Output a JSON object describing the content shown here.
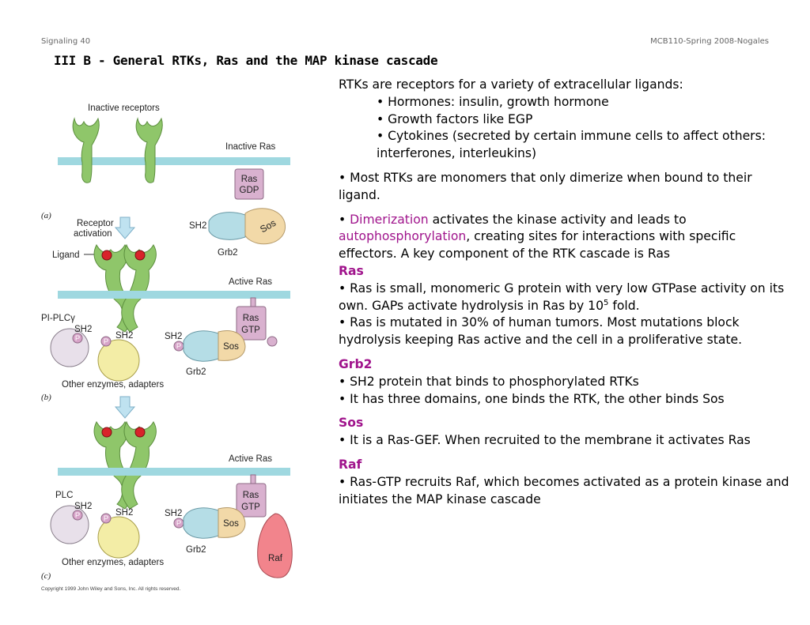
{
  "header": {
    "left": "Signaling 40",
    "right": "MCB110-Spring 2008-Nogales"
  },
  "title": "III B - General RTKs, Ras and the MAP kinase cascade",
  "figure": {
    "a_top_label": "Inactive receptors",
    "a_ras_label": "Inactive Ras",
    "ras": "Ras",
    "gdp": "GDP",
    "gtp": "GTP",
    "panel_a": "(a)",
    "panel_b": "(b)",
    "panel_c": "(c)",
    "receptor_activation": [
      "Receptor",
      "activation"
    ],
    "sh2": "SH2",
    "sos": "Sos",
    "grb2": "Grb2",
    "ligand": "Ligand",
    "active_ras": "Active Ras",
    "pi_plcy": "PI-PLCγ",
    "plc": "PLC",
    "p": "P",
    "other_enzymes": "Other enzymes, adapters",
    "raf": "Raf",
    "copyright": "Copyright 1999 John Wiley and Sons, Inc. All rights reserved."
  },
  "text": {
    "intro": "RTKs are receptors for a variety of extracellular ligands:",
    "bullets": [
      "• Hormones: insulin, growth hormone",
      "• Growth factors like EGP",
      "• Cytokines (secreted by certain immune cells to affect others: interferones, interleukins)"
    ],
    "monomers": "• Most RTKs are monomers that only dimerize when bound to their ligand.",
    "dimer_bullet": "• ",
    "dimerization": "Dimerization",
    "dimer_mid": " activates the kinase activity and leads to ",
    "autophos": "autophosphorylation",
    "dimer_end": ", creating sites for interactions with specific effectors. A key component of the RTK cascade is Ras",
    "ras_head": "Ras",
    "ras1_pre": "• Ras is  small, monomeric G protein with very low GTPase activity on its own. GAPs activate hydrolysis in Ras by 10",
    "ras1_exp": "5",
    "ras1_post": " fold.",
    "ras2": "• Ras is mutated in 30% of human tumors. Most mutations block hydrolysis keeping Ras active and the cell in a proliferative state.",
    "grb2_head": "Grb2",
    "grb2_1": "• SH2 protein that binds to phosphorylated RTKs",
    "grb2_2": "• It has three domains, one binds the RTK, the other binds Sos",
    "sos_head": "Sos",
    "sos_1": "• It is a Ras-GEF. When recruited to the membrane it activates Ras",
    "raf_head": "Raf",
    "raf_1": "• Ras-GTP recruits Raf, which becomes activated as a protein kinase and initiates the MAP kinase cascade"
  },
  "colors": {
    "membrane": "#9fd8e0",
    "receptor": "#8fc66a",
    "receptor_stroke": "#5c8f3e",
    "ras": "#d9b1cf",
    "sh2_grb": "#b5dde6",
    "sos": "#f2d9a8",
    "plc": "#e8e0ea",
    "adapter": "#f3eda6",
    "p_circle": "#d7a3c8",
    "ligand": "#d8232a",
    "raf": "#f2848c",
    "arrow": "#bfe2f0",
    "highlight": "#a0148c"
  }
}
